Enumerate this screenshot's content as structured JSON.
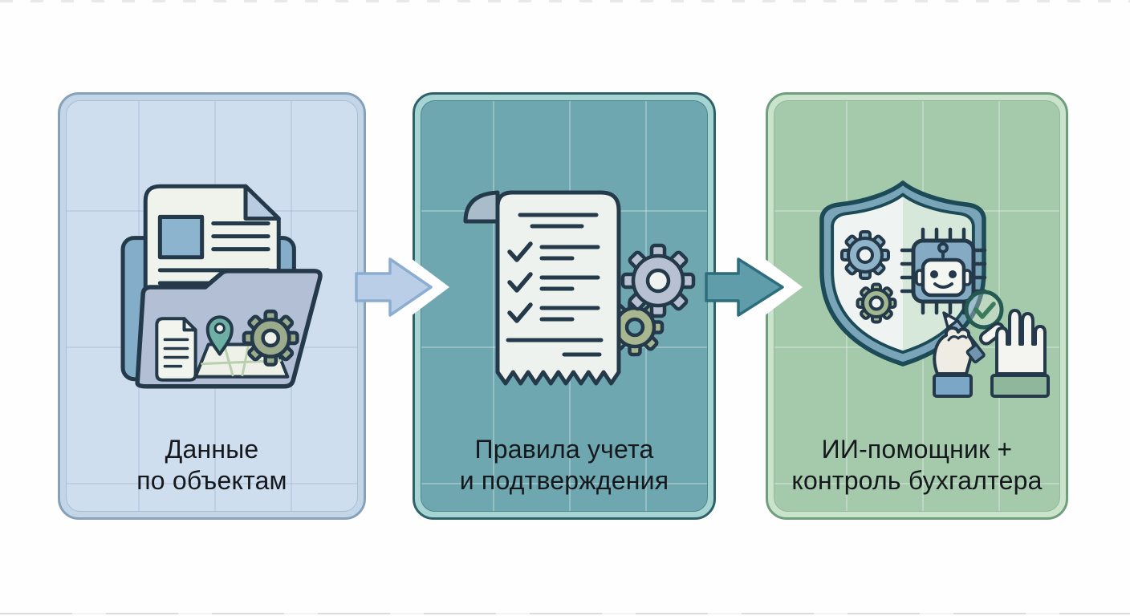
{
  "diagram": {
    "text_color": "#15191d",
    "panels": [
      {
        "name": "objects-data",
        "caption_line1": "Данные",
        "caption_line2": "по объектам",
        "icon": "folder-with-documents-map-gear",
        "colors": {
          "bg": "#cfdeee",
          "band": "#c3d6e7",
          "edge": "#87a1b8",
          "mid": "#a9bfd3",
          "grid": "rgba(125,155,195,0.22)"
        }
      },
      {
        "name": "accounting-rules",
        "caption_line1": "Правила учета",
        "caption_line2": "и подтверждения",
        "icon": "receipt-checklist-with-gears",
        "colors": {
          "bg": "#6ea7af",
          "band": "#a5d4d2",
          "edge": "#2f6168",
          "mid": "#4f868e",
          "grid": "rgba(235,250,250,0.30)"
        }
      },
      {
        "name": "ai-assistant-control",
        "caption_line1": "ИИ-помощник +",
        "caption_line2": "контроль бухгалтера",
        "icon": "shield-ai-chip-gears-hands-check",
        "colors": {
          "bg": "#a5c9ab",
          "band": "#c9e4ca",
          "edge": "#6f9d7d",
          "mid": "#93b89b",
          "grid": "rgba(240,250,242,0.32)"
        }
      }
    ],
    "arrows": [
      {
        "fill": "#bacfe7",
        "stroke": "#8cadd0"
      },
      {
        "fill": "#5f9dab",
        "stroke": "#2e6d7c"
      }
    ]
  }
}
